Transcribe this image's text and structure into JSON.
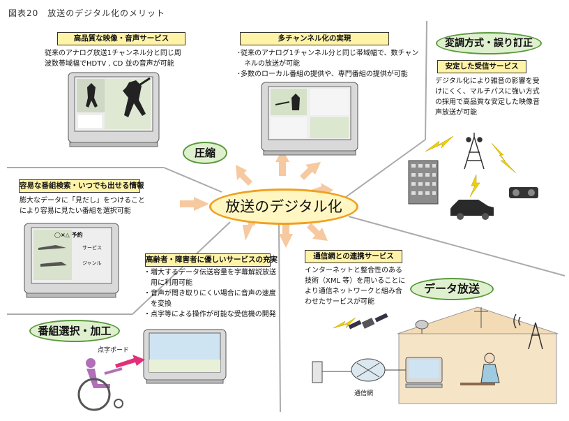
{
  "figure_title": "図表20　放送のデジタル化のメリット",
  "center": "放送のデジタル化",
  "ovals": {
    "compression": "圧縮",
    "modulation": "変調方式・誤り訂正",
    "program_selection": "番組選択・加工",
    "data_broadcast": "データ放送"
  },
  "sections": {
    "hd_quality": {
      "title": "高品質な映像・音声サービス",
      "lines": [
        "従来のアナログ放送1チャンネル分と同じ周",
        "波数帯域幅でHDTV , CD 並の音声が可能"
      ]
    },
    "multichannel": {
      "title": "多チャンネル化の実現",
      "lines": [
        "･従来のアナログ1チャンネル分と同じ帯域幅で、数チャン",
        "　ネルの放送が可能",
        "･多数のローカル番組の提供や、専門番組の提供が可能"
      ]
    },
    "stable_reception": {
      "title": "安定した受信サービス",
      "lines": [
        "デジタル化により雑音の影響を受",
        "けにくく、マルチパスに強い方式",
        "の採用で高品質な安定した映像音",
        "声放送が可能"
      ]
    },
    "program_search": {
      "title": "容易な番組検索・いつでも出せる情報",
      "lines": [
        "膨大なデータに「見だし」をつけること",
        "により容易に見たい番組を選択可能"
      ]
    },
    "accessibility": {
      "title": "高齢者・障害者に優しいサービスの充実",
      "lines": [
        "・増大するデータ伝送容量を字幕解説放送",
        "　用に利用可能",
        "・音声が聞き取りにくい場合に音声の速度",
        "　を変換",
        "・点字等による操作が可能な受信機の開発"
      ]
    },
    "network_link": {
      "title": "通信網との連携サービス",
      "lines": [
        "インターネットと整合性のある",
        "技術（XML 等）を用いることに",
        "より通信ネットワークと組み合",
        "わせたサービスが可能"
      ]
    }
  },
  "tv_screen_text": {
    "program_title": "◯×△ 予約",
    "service": "サービス",
    "genre": "ジャンル"
  },
  "labels": {
    "braille_board": "点字ボード",
    "network": "通信網"
  },
  "colors": {
    "label_fill": "#fff3a8",
    "oval_green": "#dff0cf",
    "center_fill": "#fff6c2",
    "arrow": "#f6c9a0",
    "lightning": "#f2d000"
  }
}
